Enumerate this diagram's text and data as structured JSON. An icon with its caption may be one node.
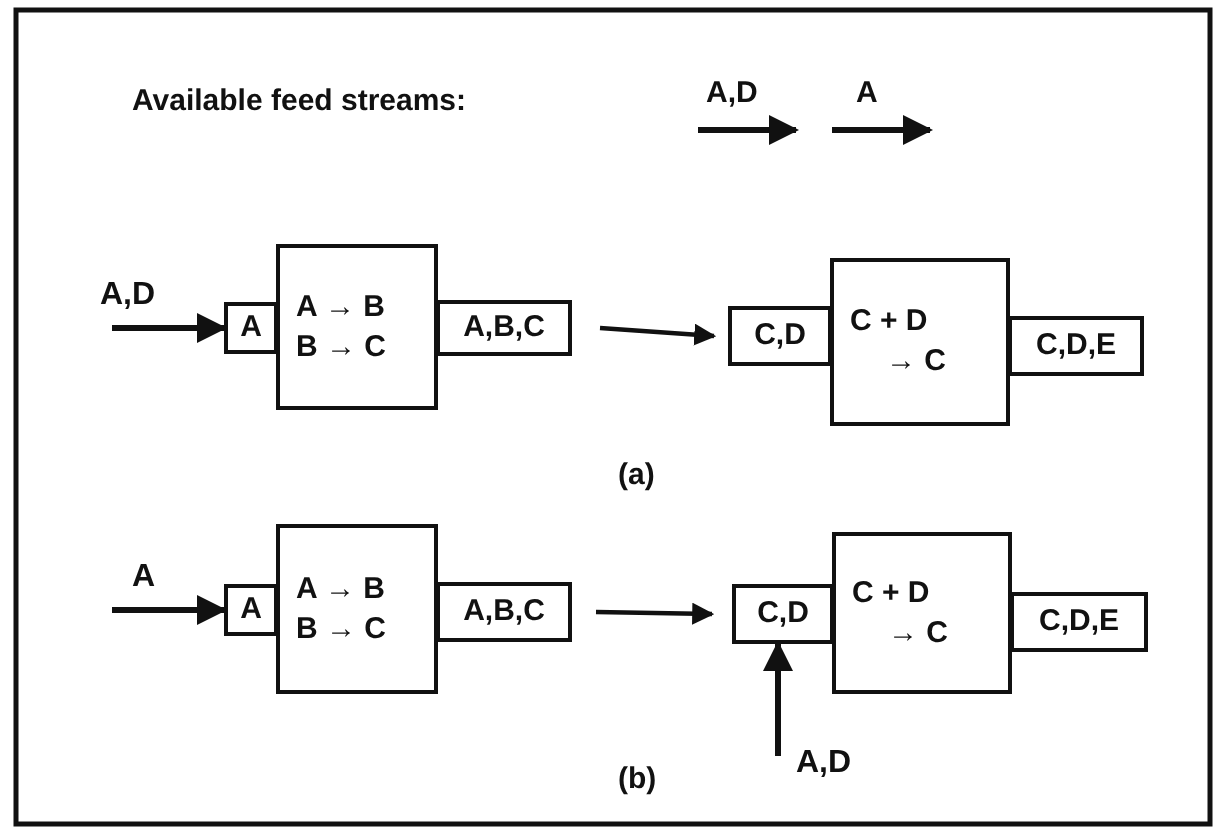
{
  "diagram": {
    "nodes": [
      {
        "text": [
          "A"
        ]
      },
      {
        "text": [
          "A → B",
          "B → C"
        ]
      },
      {
        "text": [
          "A,B,C"
        ]
      },
      {
        "text": [
          "C,D"
        ]
      },
      {
        "text": [
          "C + D",
          "→ C"
        ]
      },
      {
        "text": [
          "C,D,E"
        ]
      },
      {
        "text": [
          "A"
        ]
      },
      {
        "text": [
          "A → B",
          "B → C"
        ]
      },
      {
        "text": [
          "A,B,C"
        ]
      },
      {
        "text": [
          "C,D"
        ]
      },
      {
        "text": [
          "C + D",
          "→ C"
        ]
      },
      {
        "text": [
          "C,D,E"
        ]
      }
    ],
    "edges": [
      {
        "from": null,
        "to": 0,
        "arrow": "to",
        "label": "A,D"
      },
      {
        "from": 2,
        "to": 3,
        "arrow": "to"
      },
      {
        "from": null,
        "to": 6,
        "arrow": "to",
        "label": "A"
      },
      {
        "from": 8,
        "to": 9,
        "arrow": "to"
      },
      {
        "from": null,
        "to": 9,
        "arrow": "to",
        "label": "A,D"
      }
    ],
    "labels": [
      "Available feed streams:",
      "(a)",
      "(b)"
    ],
    "legend": [
      {
        "text": "A,D"
      },
      {
        "text": "A"
      }
    ]
  }
}
